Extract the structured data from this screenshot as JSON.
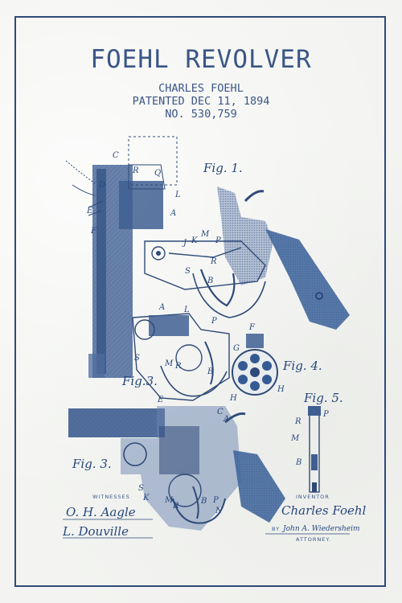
{
  "title": "FOEHL REVOLVER",
  "inventor_name": "CHARLES FOEHL",
  "patent_date": "PATENTED DEC 11, 1894",
  "patent_number": "NO. 530,759",
  "figures": {
    "fig1": "Fig. 1.",
    "fig3a": "Fig.3.",
    "fig4": "Fig. 4.",
    "fig5": "Fig. 5.",
    "fig3b": "Fig. 3."
  },
  "labels": {
    "C": "C",
    "D": "D",
    "E": "E",
    "F": "F",
    "A": "A",
    "L": "L",
    "R": "R",
    "Q": "Q",
    "J": "J",
    "K": "K",
    "M": "M",
    "P": "P",
    "S": "S",
    "B": "B",
    "H": "H",
    "G": "G",
    "N": "N"
  },
  "witnesses_label": "WITNESSES",
  "witness_1": "O. H. Aagle",
  "witness_2": "L. Douville",
  "inventor_label": "INVENTOR",
  "inventor_signature": "Charles Foehl",
  "attorney_signature": "John A. Wiedersheim",
  "attorney_prefix": "BY",
  "attorney_label": "ATTORNEY.",
  "colors": {
    "ink": "#2f4a78",
    "paper": "#f3f4f1",
    "wash": "#355a93"
  }
}
